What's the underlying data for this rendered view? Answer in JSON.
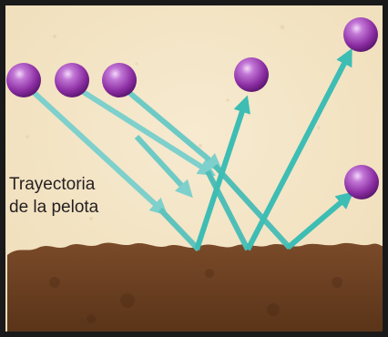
{
  "diagram": {
    "label_line1": "Trayectoria",
    "label_line2": "de la pelota",
    "colors": {
      "background": "#f3e4c4",
      "border": "#1a1a1a",
      "soil": "#6d4326",
      "soil_dark": "#4a2a16",
      "arrow_incoming": "#7ed0cc",
      "arrow_outgoing": "#3dbdb4",
      "ball": "#9a3fb0",
      "ball_highlight": "#e2b6ec"
    },
    "balls": [
      {
        "name": "ball-incoming-1",
        "role": "incoming"
      },
      {
        "name": "ball-incoming-2",
        "role": "incoming"
      },
      {
        "name": "ball-incoming-3",
        "role": "incoming"
      },
      {
        "name": "ball-outgoing-1",
        "role": "outgoing"
      },
      {
        "name": "ball-outgoing-2",
        "role": "outgoing"
      },
      {
        "name": "ball-outgoing-3",
        "role": "outgoing"
      }
    ]
  }
}
